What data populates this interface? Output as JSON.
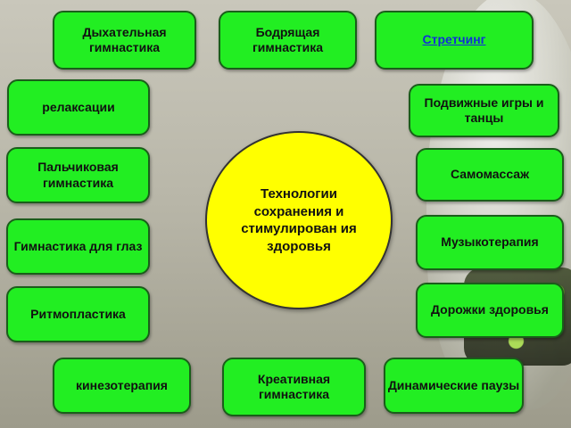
{
  "center": {
    "label": "Технологии сохранения и стимулирован ия здоровья"
  },
  "nodes": {
    "breathing": "Дыхательная гимнастика",
    "invigorating": "Бодрящая гимнастика",
    "stretching": "Стретчинг",
    "relaxation": "релаксации",
    "outdoor_games": "Подвижные игры и танцы",
    "finger": "Пальчиковая гимнастика",
    "self_massage": "Самомассаж",
    "eyes": "Гимнастика для глаз",
    "music_therapy": "Музыкотерапия",
    "rhythmoplasty": "Ритмопластика",
    "health_paths": "Дорожки здоровья",
    "kinesiotherapy": "кинезотерапия",
    "creative": "Креативная гимнастика",
    "dynamic_pauses": "Динамические паузы"
  }
}
